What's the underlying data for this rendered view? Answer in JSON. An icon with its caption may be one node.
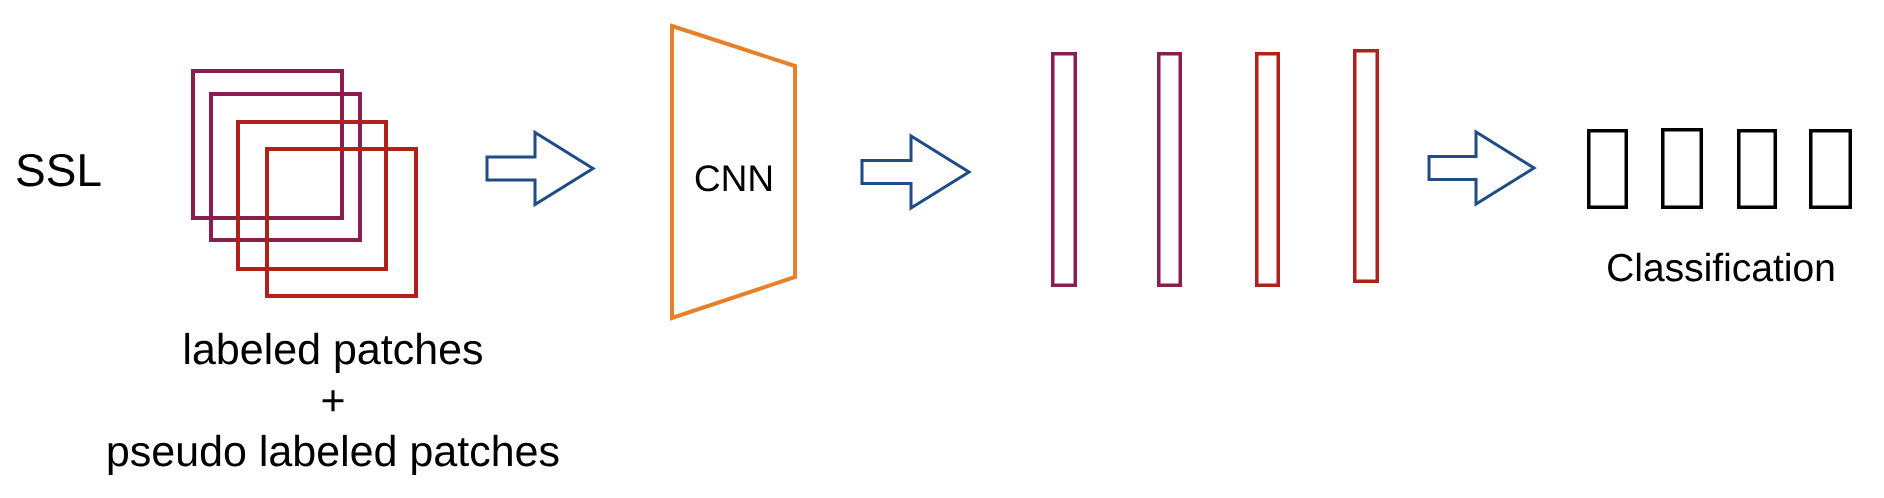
{
  "diagram": {
    "nodes": [
      {
        "text": [],
        "shape": "picture",
        "beside": [
          "labeled patches",
          "+",
          "pseudo labeled patches"
        ]
      },
      {
        "text": [
          "CNN"
        ]
      },
      {
        "text": [],
        "shape": "picture"
      },
      {
        "text": [],
        "shape": "picture",
        "beside": [
          "Classification"
        ]
      }
    ],
    "edges": [
      {
        "from": 0,
        "to": 1,
        "arrow": "to"
      },
      {
        "from": 1,
        "to": 2,
        "arrow": "to"
      },
      {
        "from": 2,
        "to": 3,
        "arrow": "to"
      }
    ],
    "labels": [
      "SSL"
    ]
  }
}
